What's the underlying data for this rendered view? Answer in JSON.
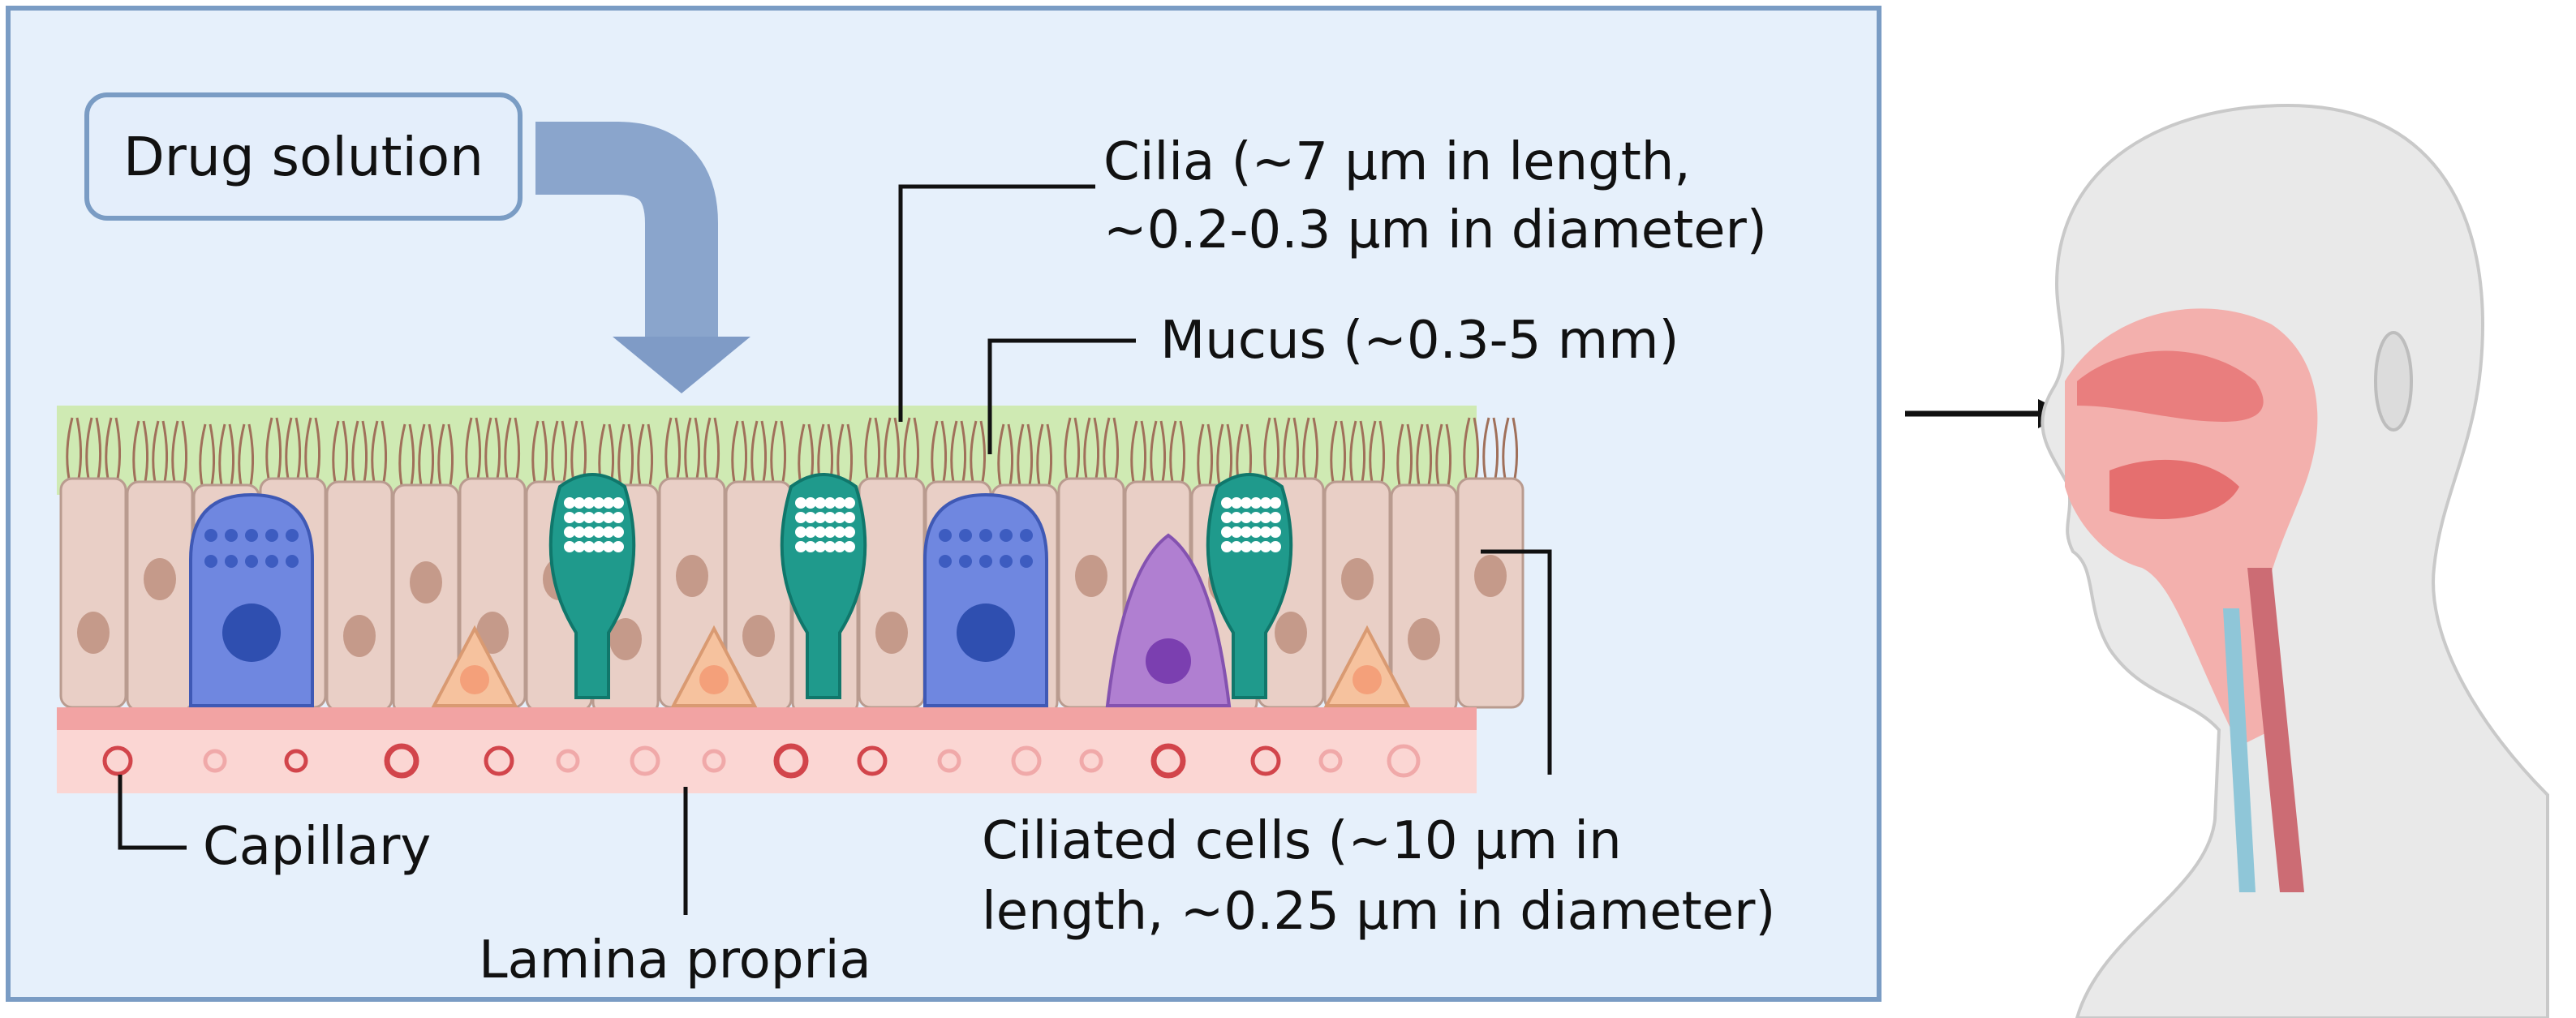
{
  "labels": {
    "drug_solution": "Drug solution",
    "cilia_line1": "Cilia (~7 µm in length,",
    "cilia_line2": "~0.2-0.3 µm in diameter)",
    "mucus": "Mucus (~0.3-5 mm)",
    "capillary": "Capillary",
    "lamina_propria": "Lamina propria",
    "ciliated_line1": "Ciliated cells (~10 µm in",
    "ciliated_line2": "length, ~0.25 µm in diameter)"
  },
  "colors": {
    "panel_bg": "#e6f0fb",
    "panel_border": "#7a9cc4",
    "mucus_layer": "#cfeab3",
    "ciliated_cell": "#e9cfc6",
    "goblet_cell": "#1f9a8c",
    "blue_cell": "#6f87e0",
    "purple_cell": "#b07fd1",
    "basal_cell": "#f6c29e",
    "basement_membrane": "#f2a3a3",
    "lamina_propria": "#fbd6d3",
    "capillary": "#d2454b",
    "head_skin": "#e8e8e8",
    "nasal_tissue": "#ef8b8b"
  },
  "icons": [
    "drug-delivery-arrow",
    "nose-arrow",
    "head-silhouette"
  ]
}
